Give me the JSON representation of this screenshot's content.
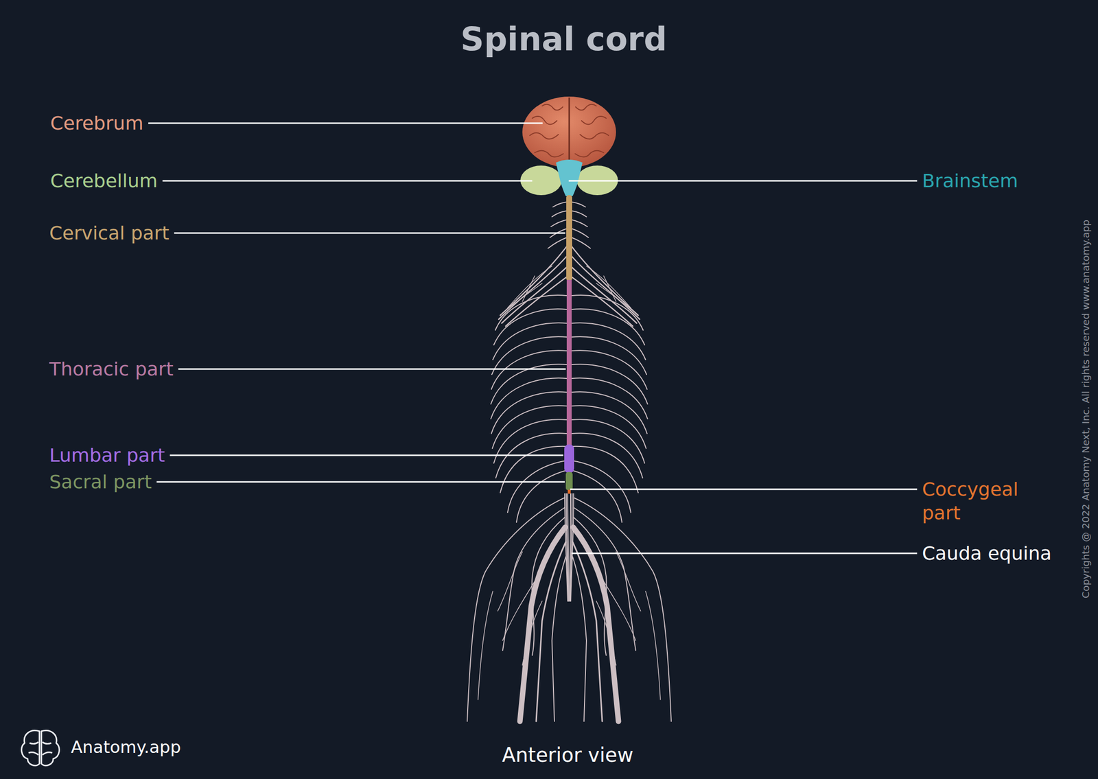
{
  "diagram": {
    "title": "Spinal cord",
    "caption": "Anterior view",
    "labels": [
      "Cerebrum",
      "Cerebellum",
      "Brainstem",
      "Cervical part",
      "Thoracic part",
      "Lumbar part",
      "Sacral part",
      "Coccygeal part",
      "Cauda equina",
      "Anatomy.app",
      "Copyrights @ 2022 Anatomy Next, Inc. All rights reserved www.anatomy.app"
    ]
  }
}
